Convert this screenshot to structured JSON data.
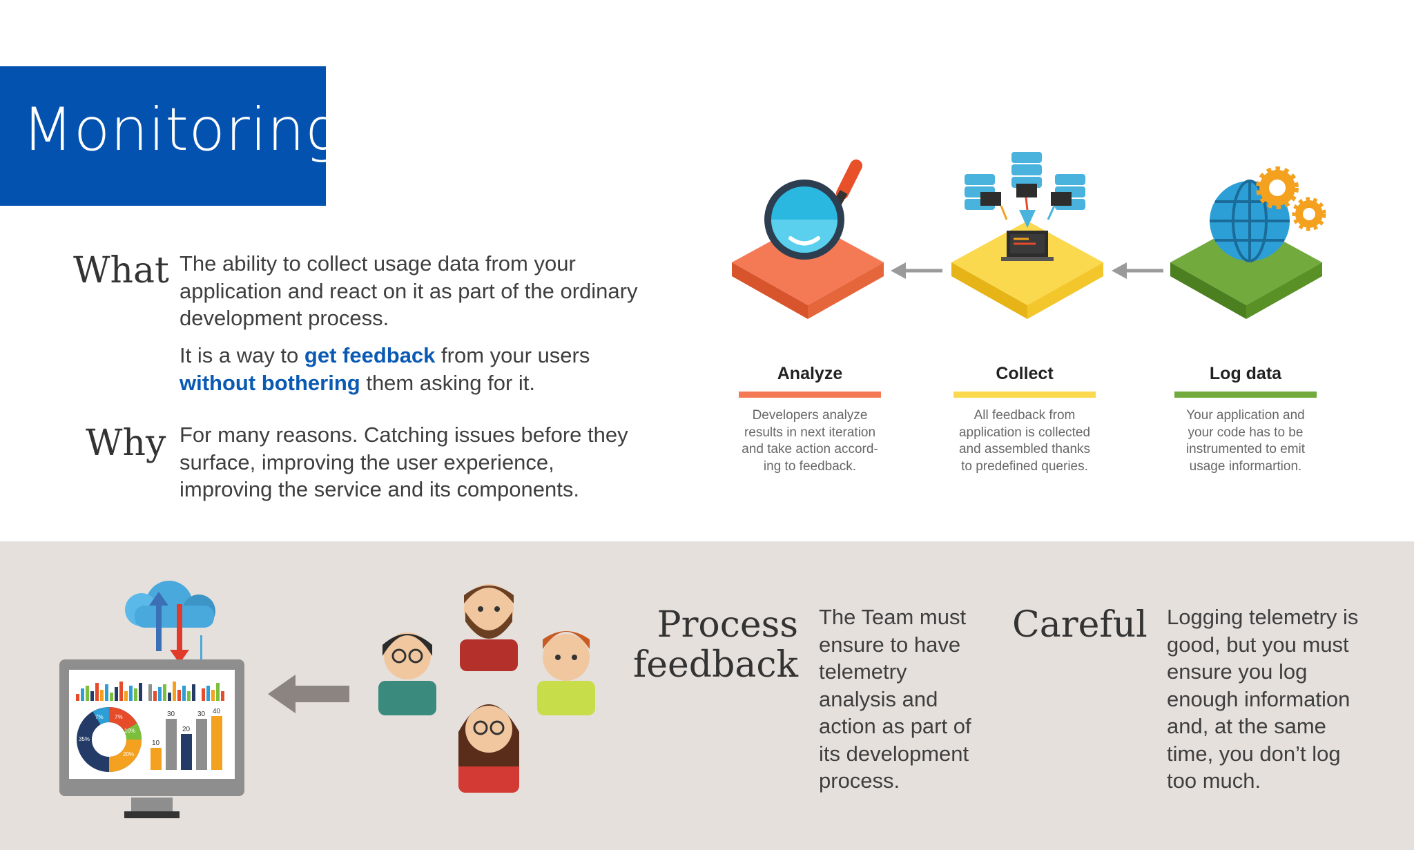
{
  "title": "Monitoring",
  "what": {
    "heading": "What",
    "line1": "The ability to collect usage data from your",
    "line2": "application and react on it as part of the ordinary",
    "line3": "development process.",
    "p2_a": "It is a way to ",
    "p2_b": "get feedback",
    "p2_c": " from your users",
    "p2_d": "without bothering",
    "p2_e": " them asking for it."
  },
  "why": {
    "heading": "Why",
    "line1": "For many reasons. Catching issues before they",
    "line2": "surface, improving the user experience,",
    "line3": "improving the service and its components."
  },
  "steps": [
    {
      "label": "Analyze",
      "color": "#f47a55",
      "desc": [
        "Developers analyze",
        "results in next iteration",
        "and take action accord-",
        "ing to feedback."
      ]
    },
    {
      "label": "Collect",
      "color": "#fbd94e",
      "desc": [
        "All feedback from",
        "application is collected",
        "and assembled thanks",
        "to predefined queries."
      ]
    },
    {
      "label": "Log data",
      "color": "#72aa3e",
      "desc": [
        "Your application and",
        "your code has to be",
        "instrumented to emit",
        "usage informartion."
      ]
    }
  ],
  "process": {
    "heading_1": "Process",
    "heading_2": "feedback",
    "lines": [
      "The Team must",
      "ensure to have",
      "telemetry",
      "analysis and",
      "action as part of",
      "its development",
      "process."
    ]
  },
  "careful": {
    "heading": "Careful",
    "lines": [
      "Logging telemetry is",
      "good, but you must",
      "ensure you log",
      "enough information",
      "and, at the same",
      "time, you don’t log",
      "too much."
    ]
  },
  "dashboard": {
    "donut_labels": [
      "7%",
      "7%",
      "10%",
      "35%",
      "20%"
    ],
    "bar_labels": [
      "10",
      "30",
      "20",
      "30",
      "40"
    ]
  },
  "colors": {
    "brand_blue": "#0352b0",
    "analyze": "#f47a55",
    "collect": "#fbd94e",
    "log": "#72aa3e",
    "band": "#e5e0dc"
  }
}
